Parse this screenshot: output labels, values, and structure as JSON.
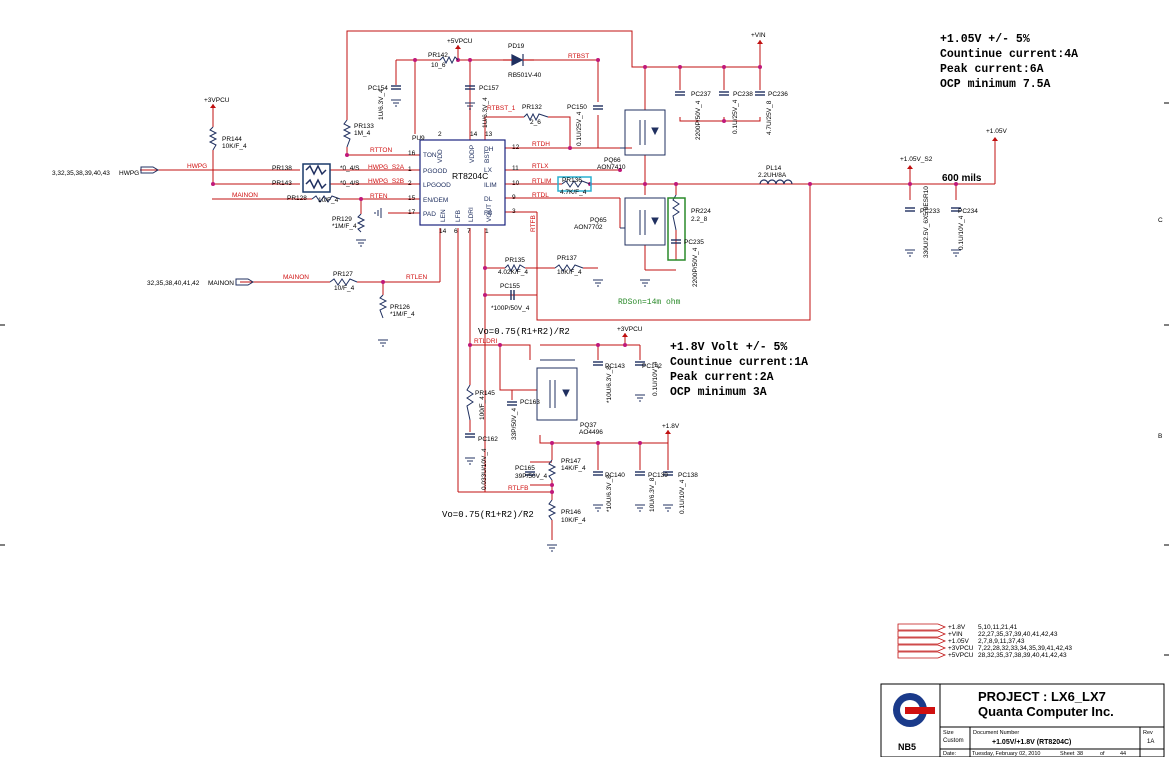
{
  "specs_main": {
    "line1": "+1.05V +/- 5%",
    "line2": "Countinue current:4A",
    "line3": "Peak current:6A",
    "line4": "OCP minimum 7.5A"
  },
  "specs_18": {
    "line1": "+1.8V Volt +/- 5%",
    "line2": "Countinue current:1A",
    "line3": "Peak current:2A",
    "line4": "OCP minimum 3A"
  },
  "notes": {
    "vo1": "Vo=0.75(R1+R2)/R2",
    "vo2": "Vo=0.75(R1+R2)/R2",
    "mils": "600 mils",
    "rdson": "RDSon=14m ohm"
  },
  "rails": {
    "p5vpcu": "+5VPCU",
    "vin": "+VIN",
    "p3vpcu_a": "+3VPCU",
    "p3vpcu_b": "+3VPCU",
    "p105v": "+1.05V",
    "p105v_s2": "+1.05V_S2",
    "p18v": "+1.8V"
  },
  "ic": {
    "ref": "PU9",
    "name": "RT8204C",
    "pins_left": [
      "TON",
      "PGOOD",
      "LPGOOD",
      "EN/DEM",
      "PAD"
    ],
    "pins_left_nums": [
      "16",
      "1",
      "2",
      "15",
      "17"
    ],
    "pins_right": [
      "DH",
      "LX",
      "ILIM",
      "DL",
      "FB"
    ],
    "pins_right_nums": [
      "12",
      "11",
      "10",
      "9",
      "3"
    ],
    "pins_top": [
      "VDD",
      "VDDP",
      "BST"
    ],
    "pins_top_nums": [
      "2",
      "14",
      "13"
    ],
    "pins_bottom": [
      "LEN",
      "LFB",
      "LDRI",
      "VOUT"
    ],
    "pins_bottom_nums": [
      "14",
      "6",
      "7",
      "1"
    ]
  },
  "nets": {
    "rtton": "RTTON",
    "hwpg_s2a": "HWPG_S2A",
    "hwpg_s2b": "HWPG_S2B",
    "rten": "RTEN",
    "rtbst": "RTBST",
    "rtbst1": "RTBST_1",
    "rtdh": "RTDH",
    "rtlx": "RTLX",
    "rtlim": "RTLIM",
    "rtdl": "RTDL",
    "rtfb": "RTFB",
    "rtlen": "RTLEN",
    "rtldri": "RTLDRI",
    "rtlfb": "RTLFB",
    "hwpg": "HWPG",
    "mainon_a": "MAINON",
    "mainon_b": "MAINON"
  },
  "offpage": {
    "hwpg_pages": "3,32,35,38,39,40,43",
    "hwpg_name": "HWPG",
    "mainon_pages": "32,35,38,40,41,42",
    "mainon_name": "MAINON"
  },
  "parts": {
    "pr144": "PR144",
    "pr144v": "10K/F_4",
    "pr138": "PR138",
    "pr138v": "*0_4/S",
    "pr143": "PR143",
    "pr143v": "*0_4/S",
    "pr128": "PR128",
    "pr128v": "10/F_4",
    "pr129": "PR129",
    "pr129v": "*1M/F_4",
    "pr133": "PR133",
    "pr133v": "1M_4",
    "pc154": "PC154",
    "pc154v": "1U/6.3V_4",
    "pr142": "PR142",
    "pr142v": "10_6",
    "pd19": "PD19",
    "pd19v": "RB501V-40",
    "pc157": "PC157",
    "pc157v": "1U/6.3V_4",
    "pr132": "PR132",
    "pr132v": "2_6",
    "pc150": "PC150",
    "pc150v": "0.1U/25V_4",
    "pq66": "PQ66",
    "pq66v": "AON7410",
    "pq65": "PQ65",
    "pq65v": "AON7702",
    "pc237": "PC237",
    "pc237v": "2200P/50V_4",
    "pc238": "PC238",
    "pc238v": "0.1U/25V_4",
    "pc236": "PC236",
    "pc236v": "4.7U/25V_8",
    "pr136": "PR136",
    "pr136v": "4.7K/F_4",
    "pl14": "PL14",
    "pl14v": "2.2UH/8A",
    "pc233": "PC233",
    "pc233v": "330U/2.5V_6X5.8ESR10",
    "pc234": "PC234",
    "pc234v": "0.1U/10V_4",
    "pr224": "PR224",
    "pr224v": "2.2_8",
    "pc235": "PC235",
    "pc235v": "2200P/50V_4",
    "pr135": "PR135",
    "pr135v": "4.02K/F_4",
    "pr137": "PR137",
    "pr137v": "10K/F_4",
    "pc155": "PC155",
    "pc155v": "*100P/50V_4",
    "pr127": "PR127",
    "pr127v": "10/F_4",
    "pr126": "PR126",
    "pr126v": "*1M/F_4",
    "pr145": "PR145",
    "pr145v": "100/F_4",
    "pc163": "PC163",
    "pc163v": "33P/50V_4",
    "pc162": "PC162",
    "pc162v": "0.033U/10V_4",
    "pq37": "PQ37",
    "pq37v": "AO4496",
    "pc143": "PC143",
    "pc143v": "*10U/6.3V_8",
    "pc142": "PC142",
    "pc142v": "0.1U/10V_4",
    "pc165": "PC165",
    "pc165v": "39P/50V_4",
    "pr147": "PR147",
    "pr147v": "14K/F_4",
    "pr146": "PR146",
    "pr146v": "10K/F_4",
    "pc140": "PC140",
    "pc140v": "*10U/6.3V_8",
    "pc139": "PC139",
    "pc139v": "10U/6.3V_8",
    "pc138": "PC138",
    "pc138v": "0.1U/10V_4"
  },
  "legend": [
    {
      "name": "+1.8V",
      "pages": "5,10,11,21,41"
    },
    {
      "name": "+VIN",
      "pages": "22,27,35,37,39,40,41,42,43"
    },
    {
      "name": "+1.05V",
      "pages": "2,7,8,9,11,37,43"
    },
    {
      "name": "+3VPCU",
      "pages": "7,22,28,32,33,34,35,39,41,42,43"
    },
    {
      "name": "+5VPCU",
      "pages": "28,32,35,37,38,39,40,41,42,43"
    }
  ],
  "title_block": {
    "logo_text": "NB5",
    "project": "PROJECT : LX6_LX7",
    "company": "Quanta Computer Inc.",
    "size_label": "Size",
    "size_value": "Custom",
    "docnum_label": "Document Number",
    "docnum_value": "+1.05V/+1.8V (RT8204C)",
    "rev_label": "Rev",
    "rev_value": "1A",
    "date_label": "Date:",
    "date_value": "Tuesday, February 02, 2010",
    "sheet_label": "Sheet",
    "sheet_num": "38",
    "of_label": "of",
    "sheet_total": "44"
  },
  "frame": {
    "zone_c": "C",
    "zone_b": "B"
  }
}
